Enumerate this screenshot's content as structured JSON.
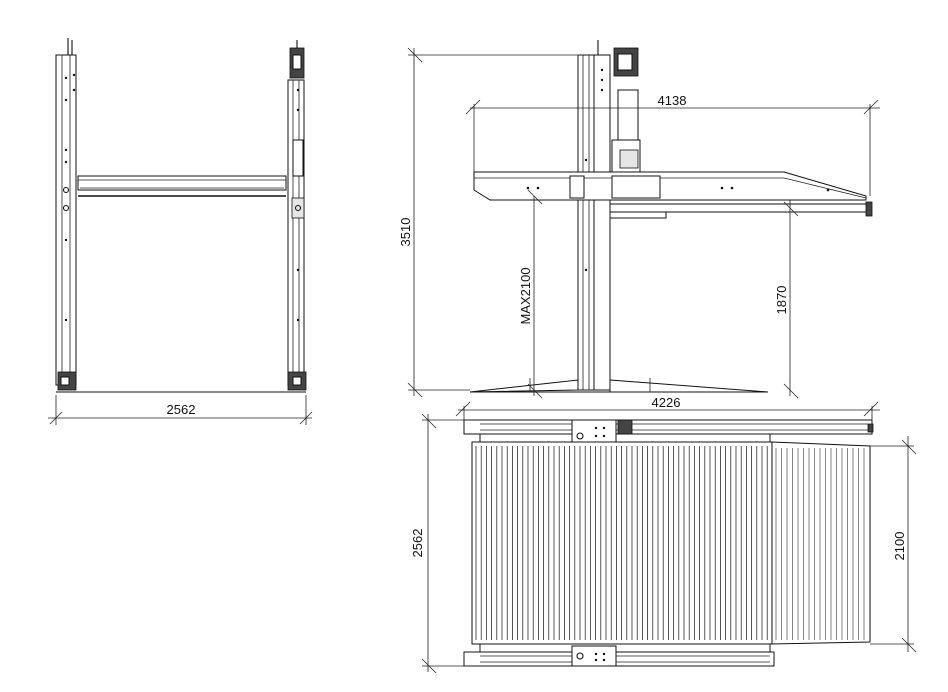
{
  "dimensions": {
    "front_width": "2562",
    "side_top_length": "4138",
    "side_total_height": "3510",
    "side_max_height": "MAX2100",
    "side_clear_height": "1870",
    "plan_length": "4226",
    "plan_width": "2562",
    "plan_platform_width": "2100"
  },
  "icons": {
    "motor": "motor-icon",
    "bolt": "bolt-icon"
  }
}
